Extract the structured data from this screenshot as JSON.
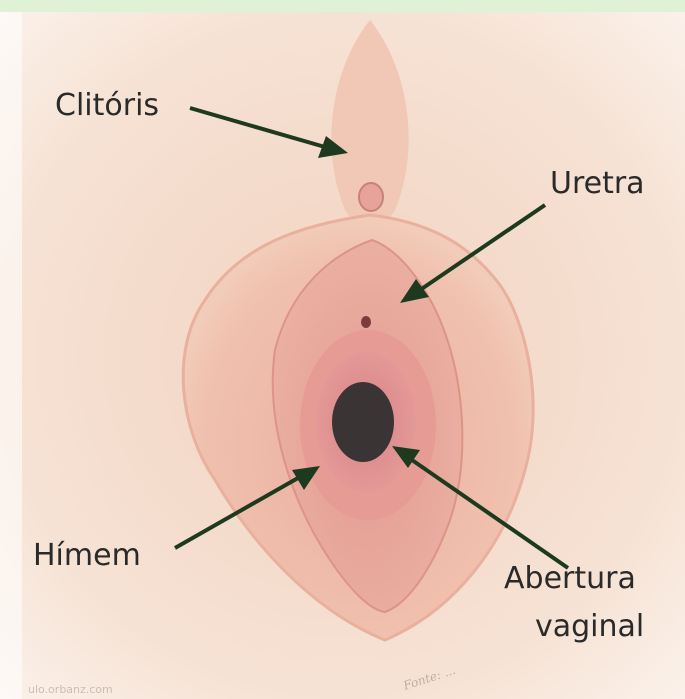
{
  "labels": {
    "clitoris": "Clitóris",
    "uretra": "Uretra",
    "himem": "Hímem",
    "abertura_line1": "Abertura",
    "abertura_line2": "vaginal"
  },
  "watermark": "ulo.orbanz.com",
  "signature": "Fonte: ...",
  "colors": {
    "top_band": "#dff2d6",
    "skin_bg": "#f4dccb",
    "labia_outer": "#f0c4b0",
    "labia_inner": "#e8a89a",
    "vestibule": "#e69a93",
    "hymen": "#d9858a",
    "opening": "#3b3434",
    "arrow": "#1e3a1e"
  }
}
